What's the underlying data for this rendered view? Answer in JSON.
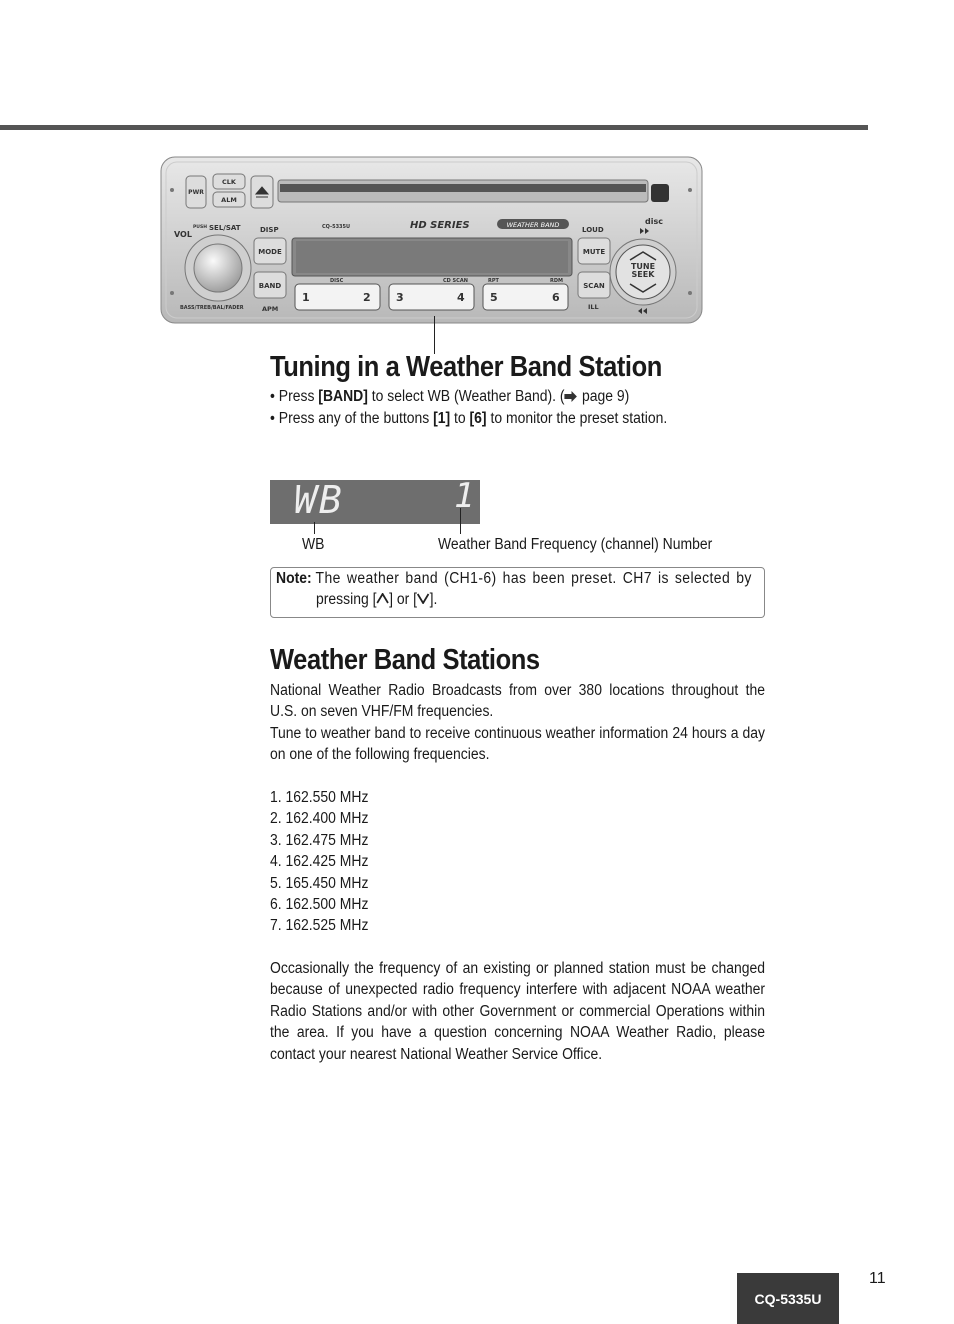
{
  "radio": {
    "buttons": {
      "pwr": "PWR",
      "clk": "CLK",
      "alm": "ALM",
      "vol": "VOL",
      "push": "PUSH",
      "sel_sat": "SEL/SAT",
      "disp": "DISP",
      "mode": "MODE",
      "band": "BAND",
      "apm": "APM",
      "bass_treb": "BASS/TREB/BAL/FADER",
      "loud": "LOUD",
      "mute": "MUTE",
      "scan": "SCAN",
      "ill": "ILL",
      "tune": "TUNE",
      "seek": "SEEK"
    },
    "model_label": "CQ-5335U",
    "series_logo": "HD SERIES",
    "weather_logo": "WEATHER BAND",
    "disc_logo": "disc",
    "presets": [
      "1",
      "2",
      "3",
      "4",
      "5",
      "6"
    ],
    "sub_labels": [
      "DISC",
      "CD SCAN",
      "RPT",
      "RDM"
    ]
  },
  "section1": {
    "title": "Tuning in a Weather Band Station",
    "bullet1": {
      "pre": "• Press ",
      "key": "[BAND]",
      "post": " to select WB (Weather Band). (",
      "ref": " page 9)"
    },
    "bullet2": {
      "pre": "• Press any of the buttons ",
      "k1": "[1]",
      "mid": " to ",
      "k2": "[6]",
      "post": " to monitor the preset station."
    }
  },
  "lcd": {
    "band": "WB",
    "channel": "1"
  },
  "labels": {
    "wb": "WB",
    "channel": "Weather Band Frequency (channel) Number"
  },
  "note": {
    "label": "Note:",
    "text1": "The weather band (CH1-6) has been preset. CH7 is selected by",
    "text2a": "pressing [",
    "text2b": "] or [",
    "text2c": "]."
  },
  "section2": {
    "title": "Weather Band Stations",
    "p1": "National Weather Radio Broadcasts from over 380 locations throughout the U.S. on seven VHF/FM frequencies.",
    "p2": "Tune to weather band to receive continuous weather information 24 hours a day on one of the following frequencies.",
    "frequencies": [
      "1. 162.550 MHz",
      "2. 162.400 MHz",
      "3. 162.475 MHz",
      "4. 162.425 MHz",
      "5. 165.450 MHz",
      "6. 162.500 MHz",
      "7. 162.525 MHz"
    ],
    "p3": "Occasionally the frequency of an existing or planned station must be changed because of unexpected radio frequency interfere with adjacent NOAA weather Radio Stations and/or with other Government or commercial Operations within the area. If you have a question concerning NOAA Weather Radio, please contact your nearest National Weather Service Office."
  },
  "footer": {
    "model": "CQ-5335U",
    "page": "11"
  }
}
